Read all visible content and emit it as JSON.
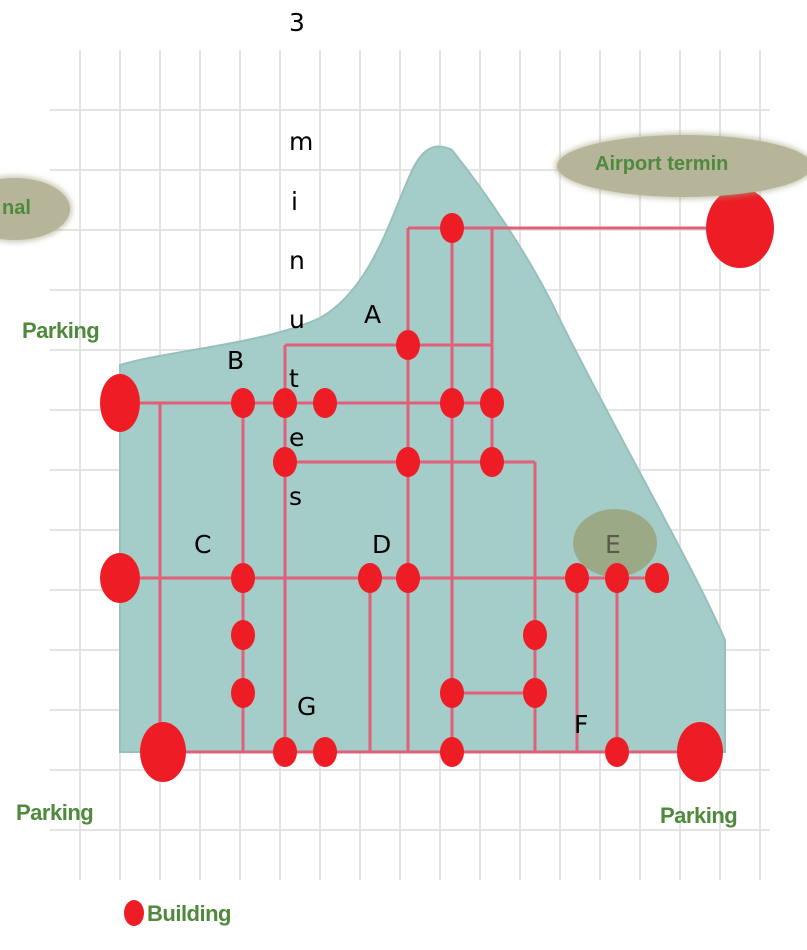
{
  "title_vertical": [
    "3",
    "",
    "m",
    "i",
    "n",
    "u",
    "t",
    "e",
    "s"
  ],
  "terminal_left": "nal",
  "terminal_right": "Airport termin",
  "parking_labels": [
    "Parking",
    "Parking",
    "Parking"
  ],
  "legend_building": "Building",
  "points": {
    "A": "A",
    "B": "B",
    "C": "C",
    "D": "D",
    "E": "E",
    "F": "F",
    "G": "G"
  },
  "colors": {
    "region": "#a4ccc8",
    "grid": "#e4e4e4",
    "road": "#e0607a",
    "node": "#ee1c25",
    "pill": "#b7b599",
    "text_green": "#4f8a3c"
  }
}
